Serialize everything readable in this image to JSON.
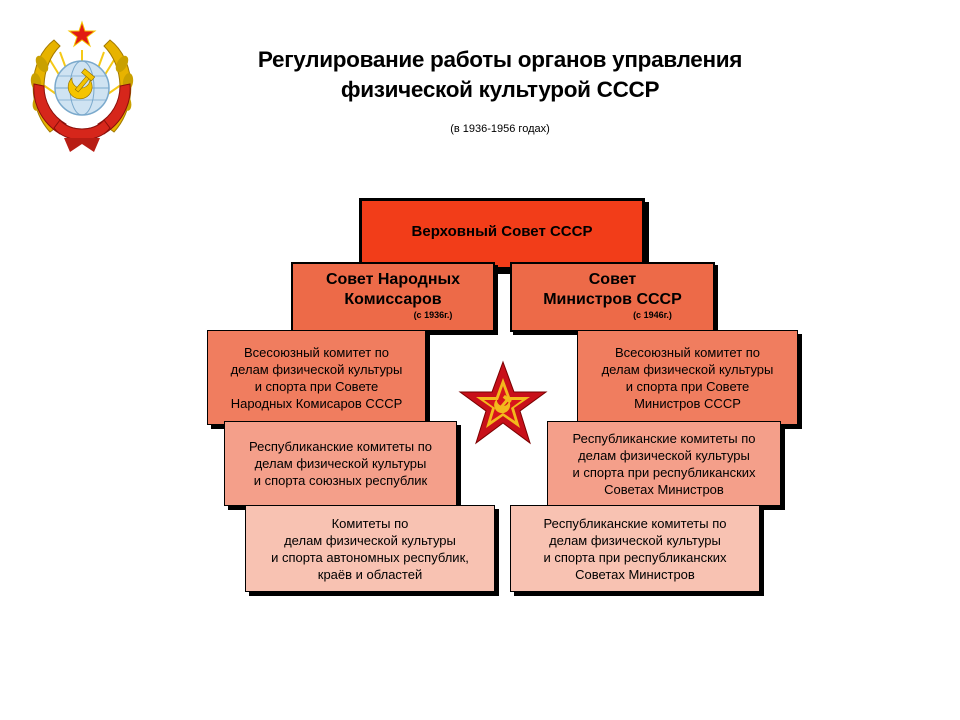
{
  "title": {
    "line1": "Регулирование работы органов управления",
    "line2": "физической культурой СССР"
  },
  "subtitle": "(в 1936-1956  годах)",
  "emblem": {
    "icon": "ussr-coat-of-arms-icon"
  },
  "center_star": {
    "icon": "red-star-hammer-sickle-icon"
  },
  "colors": {
    "top_box": "#f23d19",
    "level2_box": "#ed6a48",
    "level3_box": "#f07d5f",
    "level4_box": "#f49f8a",
    "level5_box": "#f8c2b2"
  },
  "boxes": {
    "supreme_soviet": {
      "label": "Верховный Совет СССР"
    },
    "sovnarkom": {
      "label": "Совет Народных\nКомиссаров",
      "note": "(с 1936г.)"
    },
    "sovmin": {
      "label": "Совет\nМинистров СССР",
      "note": "(с 1946г.)"
    },
    "left": [
      {
        "label": "Всесоюзный комитет по\nделам физической культуры\nи спорта при Совете\nНародных Комисаров СССР"
      },
      {
        "label": "Республиканские комитеты по\nделам физической культуры\nи спорта союзных республик"
      },
      {
        "label": "Комитеты по\nделам физической культуры\nи спорта автономных республик,\nкраёв и областей"
      }
    ],
    "right": [
      {
        "label": "Всесоюзный комитет по\nделам физической культуры\nи спорта при Совете\nМинистров СССР"
      },
      {
        "label": "Республиканские комитеты по\nделам физической культуры\nи спорта при республиканских\nСоветах Министров"
      },
      {
        "label": "Республиканские комитеты по\nделам физической культуры\nи спорта при республиканских\nСоветах Министров"
      }
    ]
  }
}
